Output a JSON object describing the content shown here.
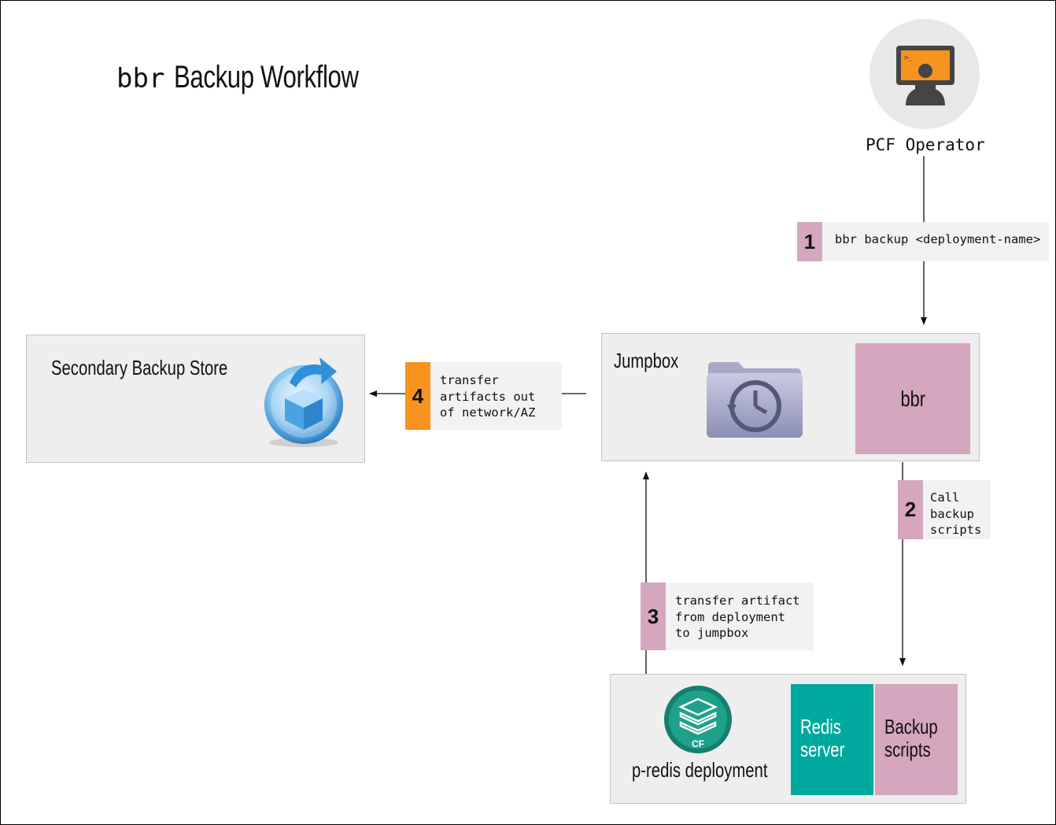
{
  "diagram": {
    "title_mono": "bbr",
    "title_rest": "Backup Workflow",
    "operator_label": "PCF Operator",
    "secondary_store_label": "Secondary Backup Store",
    "jumpbox_label": "Jumpbox",
    "bbr_label": "bbr",
    "deployment_label": "p-redis deployment",
    "redis_server_line1": "Redis",
    "redis_server_line2": "server",
    "backup_scripts_line1": "Backup",
    "backup_scripts_line2": "scripts",
    "cf_badge": "CF",
    "steps": [
      {
        "number": "1",
        "lines": [
          "bbr backup <deployment-name>"
        ]
      },
      {
        "number": "2",
        "lines": [
          "Call",
          "backup",
          "scripts"
        ]
      },
      {
        "number": "3",
        "lines": [
          "transfer artifact",
          "from deployment",
          "to jumpbox"
        ]
      },
      {
        "number": "4",
        "lines": [
          "transfer",
          "artifacts out",
          "of network/AZ"
        ]
      }
    ]
  },
  "colors": {
    "step_pink": "#d5a6bd",
    "step_orange": "#f7931e",
    "redis_teal": "#00a99d",
    "box_gray": "#eeeeee"
  },
  "icons": [
    "operator-terminal-icon",
    "backup-cube-icon",
    "time-machine-folder-icon",
    "cf-redis-icon"
  ]
}
